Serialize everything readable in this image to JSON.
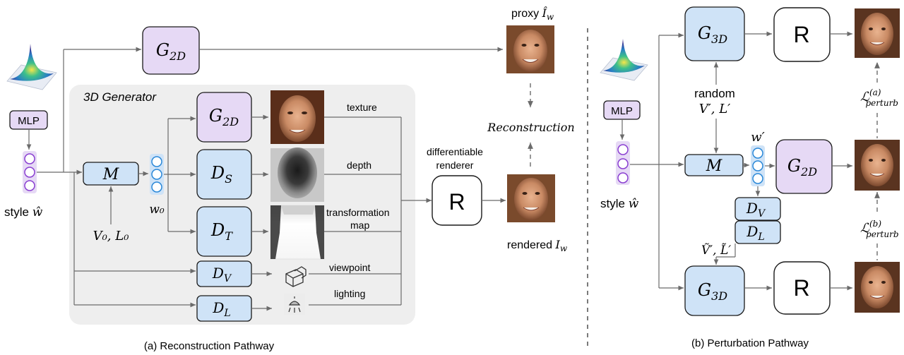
{
  "colors": {
    "blue_fill": "#cfe3f7",
    "purple_fill": "#e6d9f5",
    "gray_panel": "#eeeeee",
    "line": "#6b6b6b",
    "text": "#111111",
    "node_stroke": "#1a1a1a"
  },
  "left": {
    "group_title": "3D Generator",
    "mlp": "MLP",
    "style_label": "style ",
    "style_symbol": "ŵ",
    "M": "M",
    "v0l0": "V₀, L₀",
    "w0": "w₀",
    "G2D_top": "G",
    "G2D_top_sub": "2D",
    "G2D_mid": "G",
    "G2D_mid_sub": "2D",
    "DS": "D",
    "DS_sub": "S",
    "DT": "D",
    "DT_sub": "T",
    "DV": "D",
    "DV_sub": "V",
    "DL": "D",
    "DL_sub": "L",
    "texture": "texture",
    "depth": "depth",
    "transformation": "transformation",
    "map": "map",
    "viewpoint": "viewpoint",
    "lighting": "lighting",
    "diff_renderer_1": "differentiable",
    "diff_renderer_2": "renderer",
    "R": "R",
    "proxy_label": "proxy ",
    "proxy_symbol": "Î",
    "proxy_sub": "w",
    "reconstruction": "Reconstruction",
    "rendered_label": "rendered ",
    "rendered_symbol": "I",
    "rendered_sub": "w",
    "caption": "(a) Reconstruction Pathway"
  },
  "right": {
    "mlp": "MLP",
    "style_label": "style ",
    "style_symbol": "ŵ",
    "M": "M",
    "w_prime": "w′",
    "random": "random",
    "vl_prime": "V′, L′",
    "vl_tilde": "Ṽ′, L̃′",
    "G3D_top": "G",
    "G3D_top_sub": "3D",
    "G3D_bottom": "G",
    "G3D_bottom_sub": "3D",
    "G2D": "G",
    "G2D_sub": "2D",
    "DV": "D",
    "DV_sub": "V",
    "DL": "D",
    "DL_sub": "L",
    "R_top": "R",
    "R_bottom": "R",
    "loss_a": "ℒ",
    "loss_a_sup": "(a)",
    "loss_a_sub": "perturb",
    "loss_b": "ℒ",
    "loss_b_sup": "(b)",
    "loss_b_sub": "perturb",
    "caption": "(b) Perturbation Pathway"
  }
}
